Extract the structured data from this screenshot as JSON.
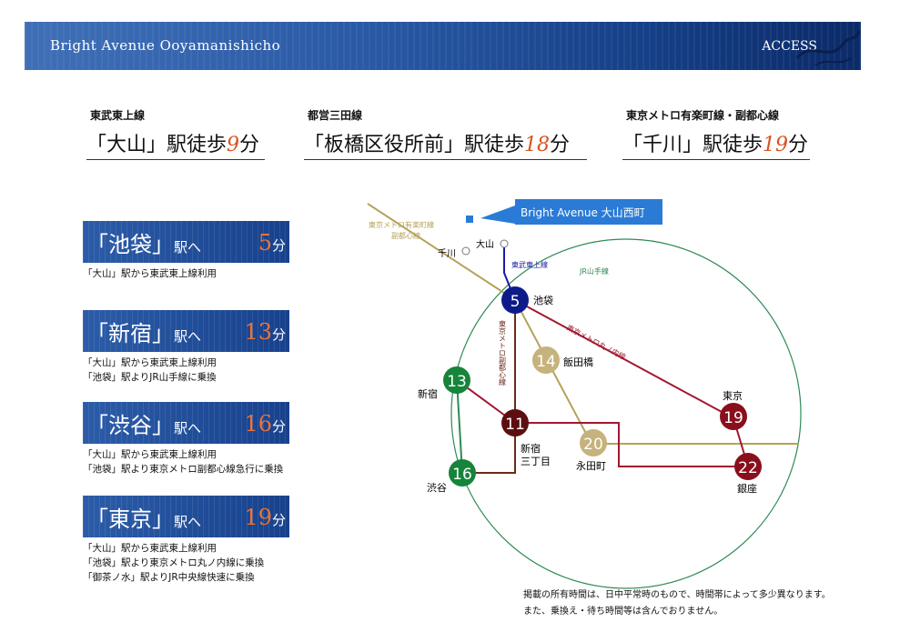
{
  "header": {
    "title": "Bright Avenue Ooyamanishicho",
    "section": "ACCESS"
  },
  "walks": [
    {
      "line": "東武東上線",
      "station": "「大山」駅徒歩",
      "minutes": "9",
      "unit": "分"
    },
    {
      "line": "都営三田線",
      "station": "「板橋区役所前」駅徒歩",
      "minutes": "18",
      "unit": "分"
    },
    {
      "line": "東京メトロ有楽町線・副都心線",
      "station": "「千川」駅徒歩",
      "minutes": "19",
      "unit": "分"
    }
  ],
  "destinations": [
    {
      "name": "「池袋」",
      "suffix": "駅へ",
      "minutes": "5",
      "unit": "分",
      "notes": [
        "「大山」駅から東武東上線利用"
      ]
    },
    {
      "name": "「新宿」",
      "suffix": "駅へ",
      "minutes": "13",
      "unit": "分",
      "notes": [
        "「大山」駅から東武東上線利用",
        "「池袋」駅よりJR山手線に乗換"
      ]
    },
    {
      "name": "「渋谷」",
      "suffix": "駅へ",
      "minutes": "16",
      "unit": "分",
      "notes": [
        "「大山」駅から東武東上線利用",
        "「池袋」駅より東京メトロ副都心線急行に乗換"
      ]
    },
    {
      "name": "「東京」",
      "suffix": "駅へ",
      "minutes": "19",
      "unit": "分",
      "notes": [
        "「大山」駅から東武東上線利用",
        "「池袋」駅より東京メトロ丸ノ内線に乗換",
        "「御茶ノ水」駅よりJR中央線快速に乗換"
      ]
    }
  ],
  "map": {
    "property_label": "Bright Avenue 大山西町",
    "line_labels": {
      "yurakucho": [
        "東京メトロ有楽町線",
        "副都心線"
      ],
      "tojo": "東武東上線",
      "yamanote": "JR山手線",
      "marunouchi": "東京メトロ丸ノ内線",
      "fukutoshin": "東京メトロ副都心線"
    },
    "stations": {
      "senkawa": "千川",
      "ooyama": "大山",
      "ikebukuro": "池袋",
      "iidabashi": "飯田橋",
      "shinjuku": "新宿",
      "shinjuku3": [
        "新宿",
        "三丁目"
      ],
      "nagatacho": "永田町",
      "tokyo": "東京",
      "ginza": "銀座",
      "shibuya": "渋谷"
    },
    "minutes": {
      "ikebukuro": "5",
      "iidabashi": "14",
      "shinjuku": "13",
      "shinjuku3": "11",
      "nagatacho": "20",
      "tokyo": "19",
      "ginza": "22",
      "shibuya": "16"
    },
    "colors": {
      "tojo": "#1a1aa6",
      "yamanote": "#2e8a55",
      "yurakucho": "#b5a25a",
      "marunouchi": "#a01830",
      "fukutoshin": "#6b2a1a",
      "ikebukuro_circle": "#0d1b8a",
      "gold_circle": "#c6b27c",
      "green_circle": "#16843a",
      "dark_red_circle": "#5c0f10",
      "red_circle": "#8a0f1c"
    }
  },
  "disclaimer": [
    "掲載の所有時間は、日中平常時のもので、時間帯によって多少異なります。",
    "また、乗換え・待ち時間等は含んでおりません。"
  ]
}
